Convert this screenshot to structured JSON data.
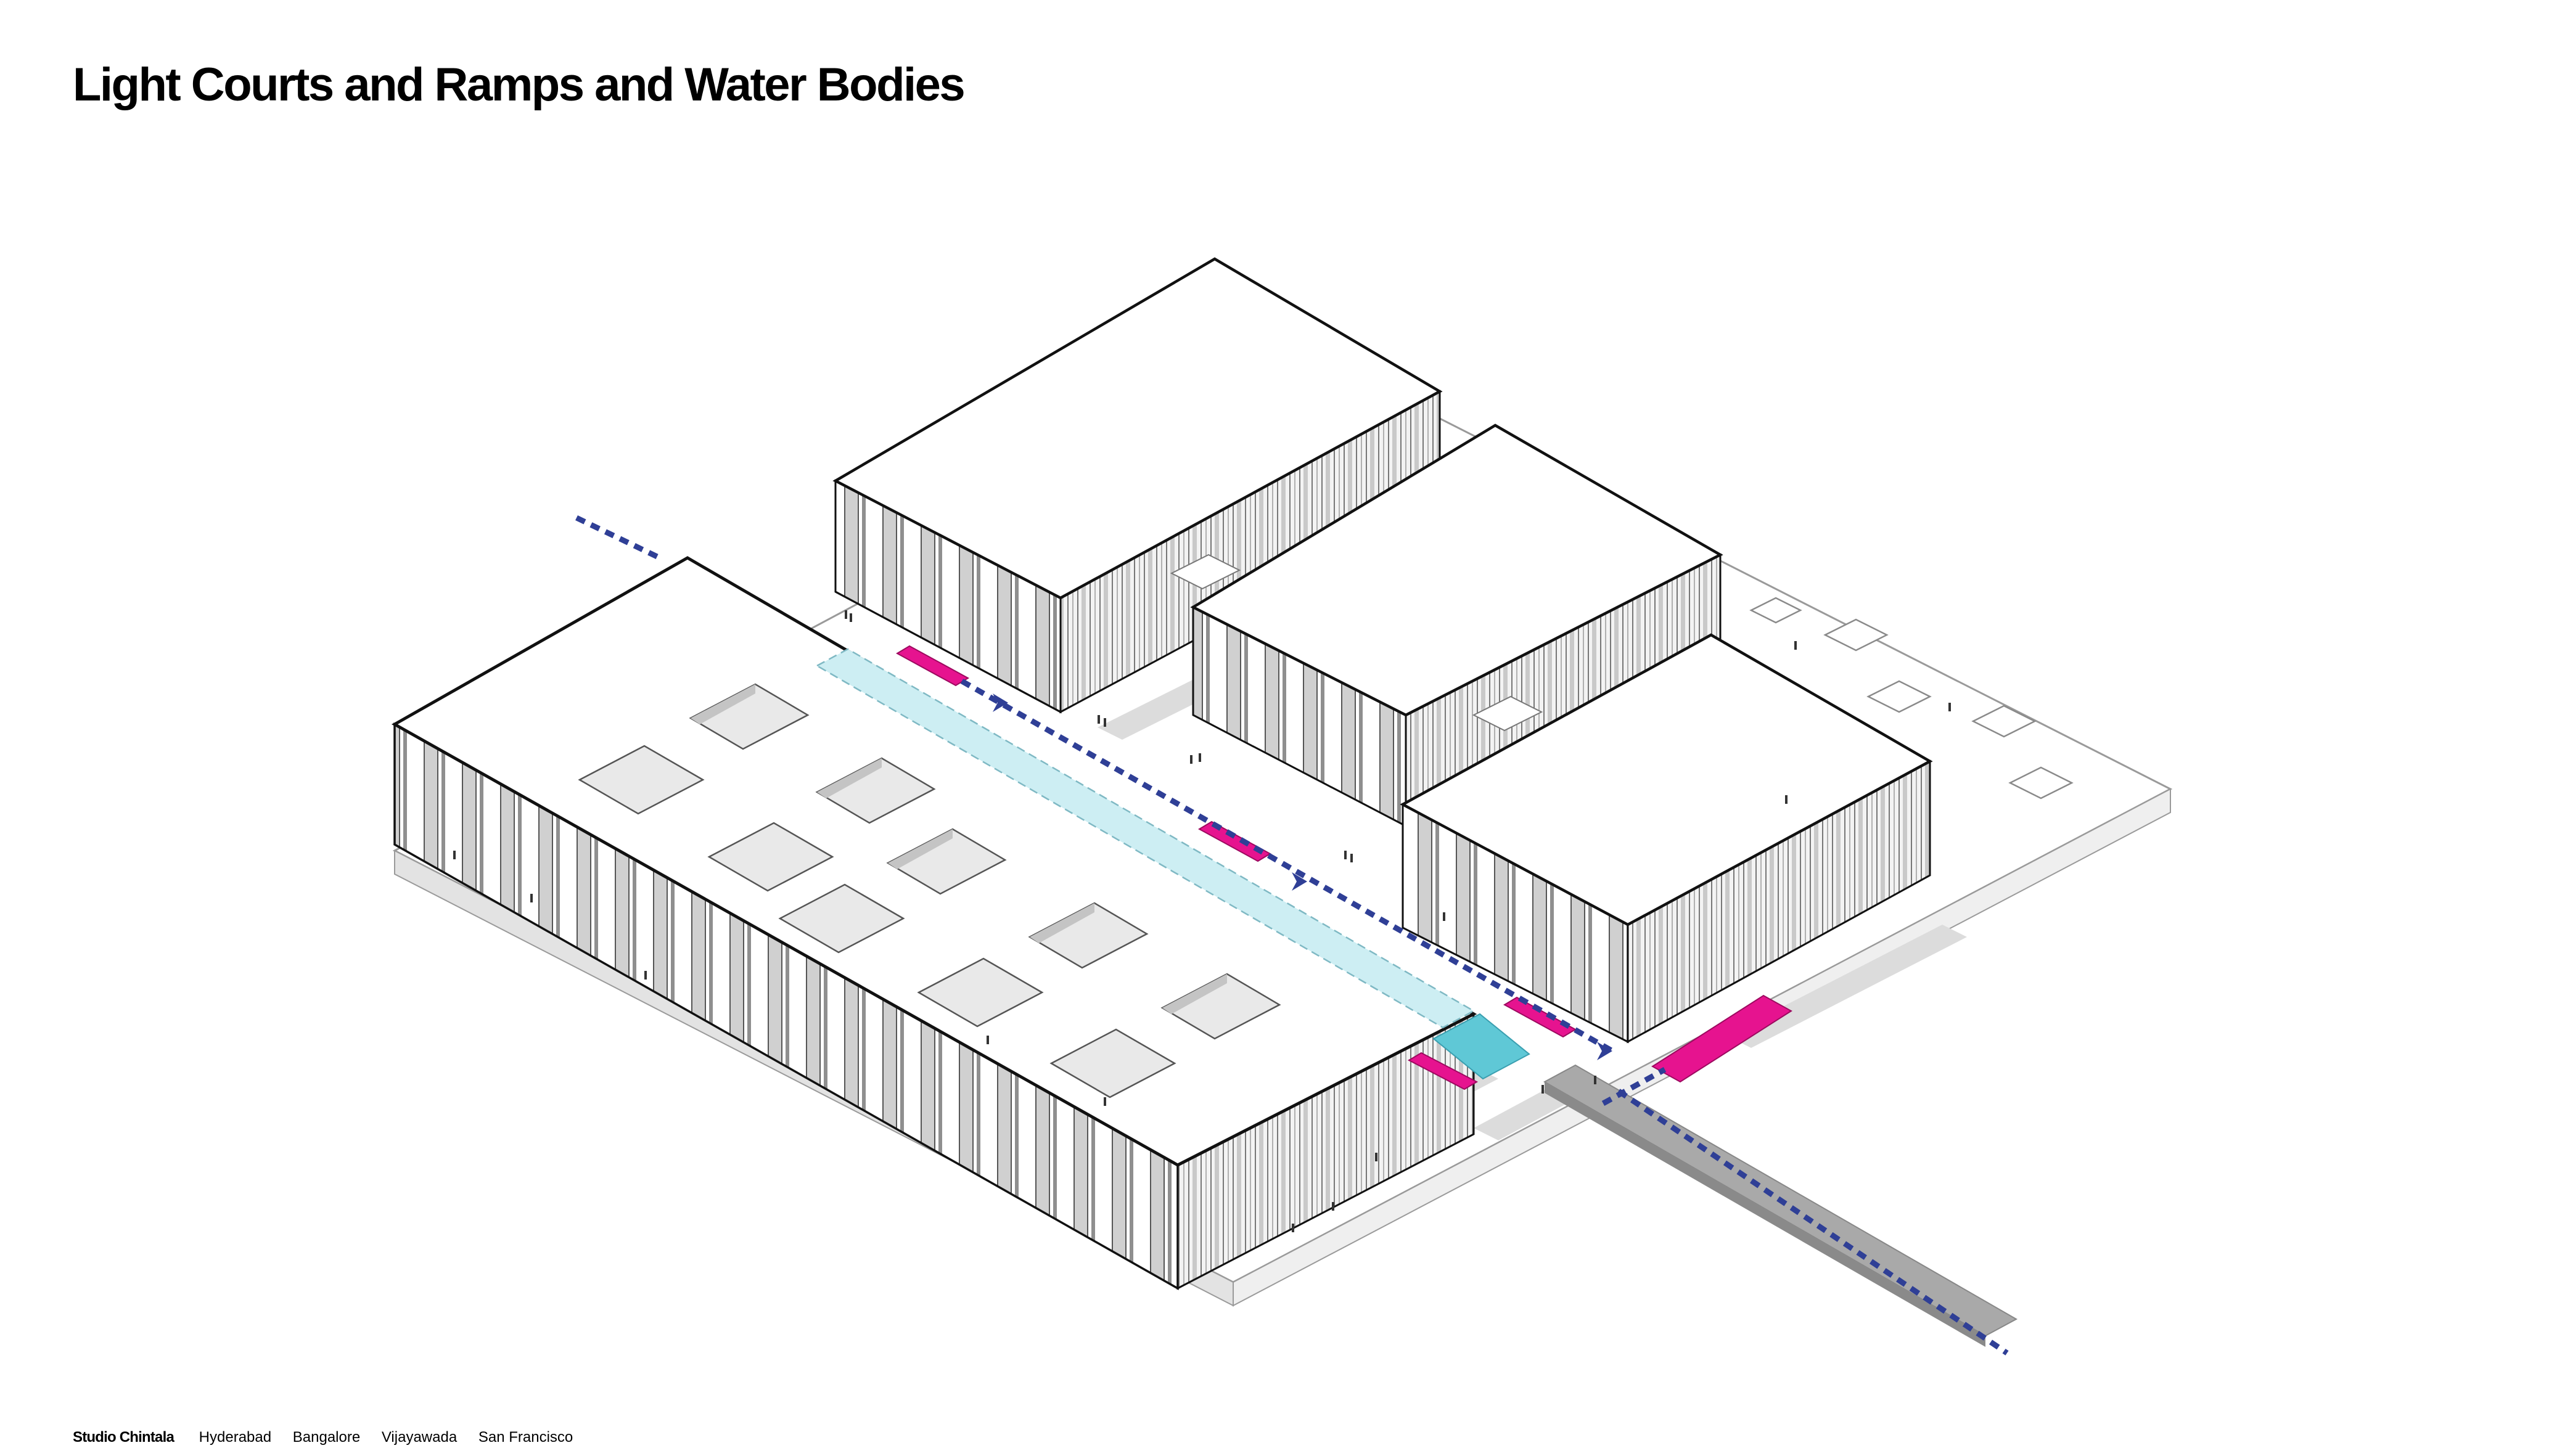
{
  "title": "Light Courts and Ramps and Water Bodies",
  "footer": {
    "studio": "Studio Chintala",
    "cities": [
      "Hyderabad",
      "Bangalore",
      "Vijayawada",
      "San Francisco"
    ]
  },
  "colors": {
    "ramp": "#e6138f",
    "water": "#5fc8d6",
    "water_light": "#cdeef3",
    "path": "#2f3f96",
    "bridge": "#a3a3a3",
    "outline": "#111111",
    "shadow": "#d9d9d9"
  },
  "icons": {
    "flow_arrow": "chevron-right-icon"
  }
}
